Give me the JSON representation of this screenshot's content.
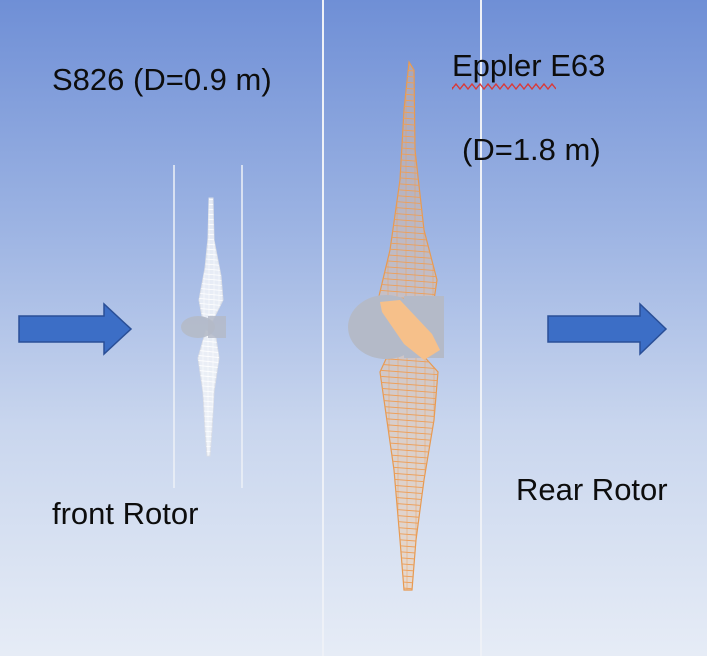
{
  "labels": {
    "front_rotor_profile": "S826 (D=0.9 m)",
    "rear_rotor_profile": "Eppler E63",
    "rear_rotor_diameter": "(D=1.8 m)",
    "front_rotor": "front Rotor",
    "rear_rotor": "Rear Rotor"
  },
  "colors": {
    "flow_arrow": "#3c6ec6",
    "flow_arrow_edge": "#2a4f97",
    "front_blade": "#f2f4f8",
    "rear_blade": "#f6c08a",
    "hub": "#b4bac8",
    "domain_line": "#eef1f7",
    "spellcheck_underline": "#d83a3a"
  },
  "icons": {
    "flow_arrows": "right-arrow-icon",
    "rotors": "wind-turbine-rotor-icon"
  }
}
